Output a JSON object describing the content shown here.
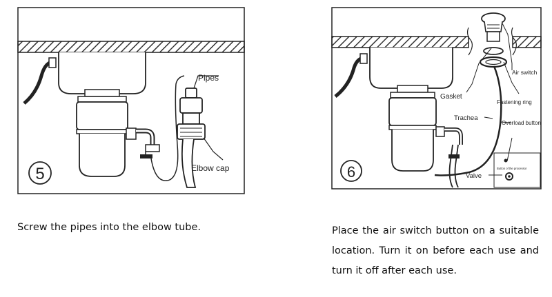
{
  "panel5": {
    "step_number": "5",
    "labels": {
      "pipes": "Pipes",
      "elbow_cap": "Elbow cap"
    },
    "caption": "Screw the pipes into the elbow tube."
  },
  "panel6": {
    "step_number": "6",
    "labels": {
      "air_switch": "Air switch",
      "gasket": "Gasket",
      "fastening_ring": "Fastening ring",
      "trachea": "Trachea",
      "overload_button": "Overload button",
      "valve": "Valve",
      "bottom_note": "Button of the processor"
    },
    "caption": "Place the air switch button on a suitable location. Turn it on before each use and turn it off after each use."
  },
  "colors": {
    "line": "#222222",
    "hatch": "#333333",
    "background": "#ffffff"
  }
}
